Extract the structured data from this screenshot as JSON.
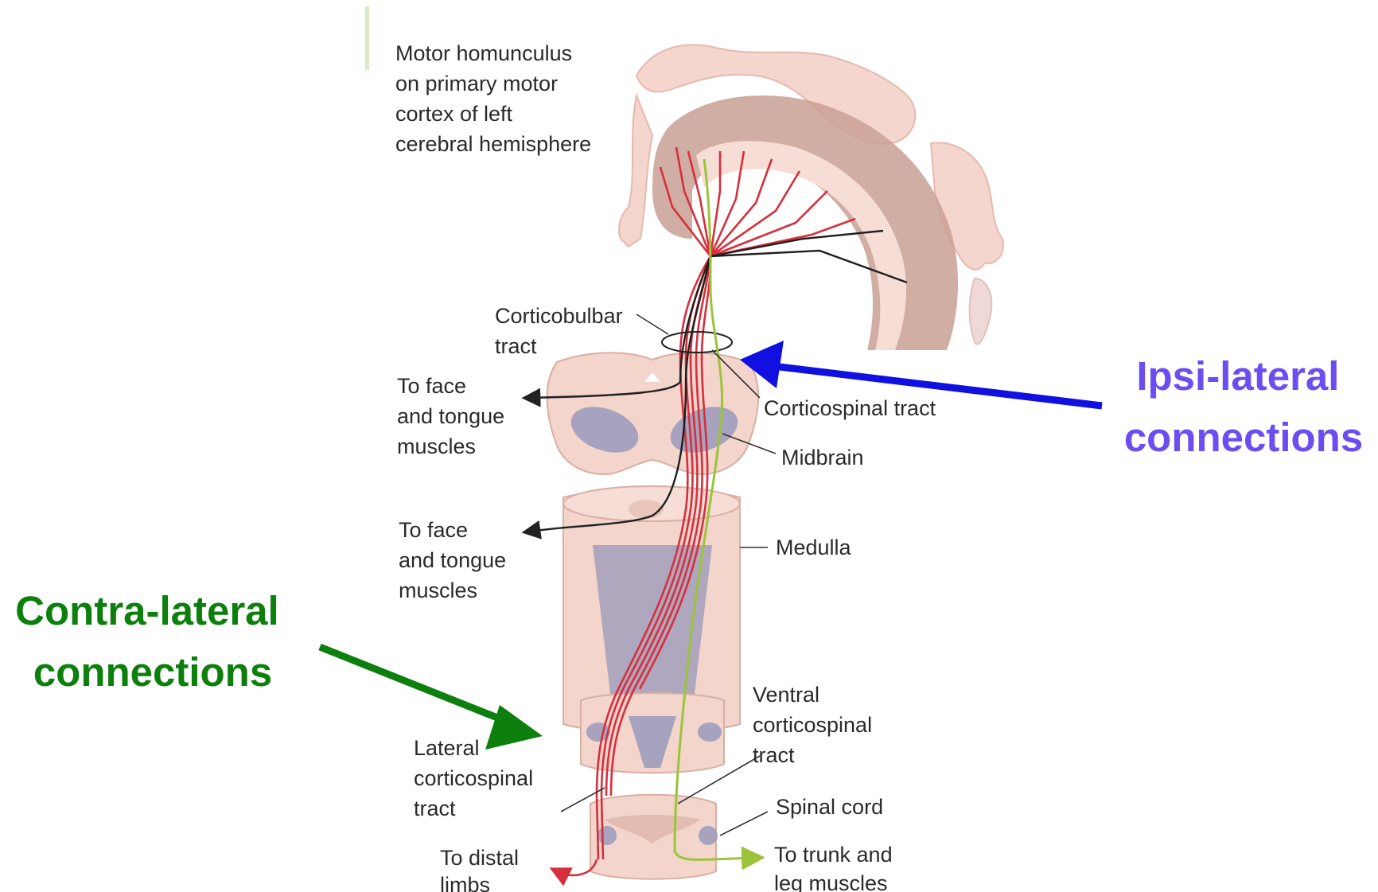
{
  "labels": {
    "homunculus": [
      "Motor homunculus",
      "on primary motor",
      "cortex of left",
      "cerebral hemisphere"
    ],
    "corticobulbar": [
      "Corticobulbar",
      "tract"
    ],
    "face_upper": [
      "To face",
      "and tongue",
      "muscles"
    ],
    "face_lower": [
      "To face",
      "and tongue",
      "muscles"
    ],
    "corticospinal": "Corticospinal tract",
    "midbrain": "Midbrain",
    "medulla": "Medulla",
    "lateral": [
      "Lateral",
      "corticospinal",
      "tract"
    ],
    "ventral": [
      "Ventral",
      "corticospinal",
      "tract"
    ],
    "spinal_cord": "Spinal cord",
    "distal": [
      "To distal",
      "limbs"
    ],
    "trunk": [
      "To trunk and",
      "leg muscles"
    ]
  },
  "annotations": {
    "ipsi": [
      "Ipsi-lateral",
      "connections"
    ],
    "contra": [
      "Contra-lateral",
      "connections"
    ]
  },
  "colors": {
    "ipsi": "#6b4df2",
    "ipsi_arrow": "#1010e0",
    "contra": "#0c7f0c",
    "tract_red": "#d62f3c",
    "tract_green": "#9cc43a",
    "tissue": "#f3d5cc",
    "cortex": "#c9a094",
    "gray_matter": "#a7a2bd"
  }
}
